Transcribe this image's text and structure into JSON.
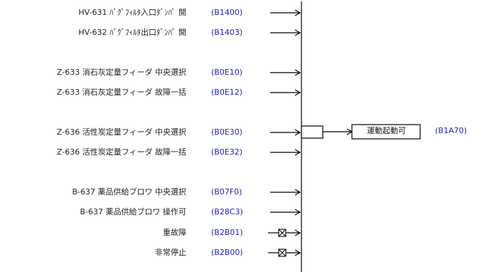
{
  "inputs": [
    {
      "label": "HV-631 ﾊﾞｸﾞﾌｨﾙﾀ入口ﾀﾞﾝﾊﾟ 開",
      "address": "(B1400)",
      "interlock": false
    },
    {
      "label": "HV-632 ﾊﾞｸﾞﾌｨﾙﾀ出口ﾀﾞﾝﾊﾟ 開",
      "address": "(B1403)",
      "interlock": false
    },
    {
      "label": "Z-633 消石灰定量フィーダ 中央選択",
      "address": "(B0E10)",
      "interlock": false
    },
    {
      "label": "Z-633 消石灰定量フィーダ 故障一括",
      "address": "(B0E12)",
      "interlock": false
    },
    {
      "label": "Z-636 活性炭定量フィーダ 中央選択",
      "address": "(B0E30)",
      "interlock": false
    },
    {
      "label": "Z-636 活性炭定量フィーダ 故障一括",
      "address": "(B0E32)",
      "interlock": false
    },
    {
      "label": "B-637 薬品供給ブロワ 中央選択",
      "address": "(B07F0)",
      "interlock": false
    },
    {
      "label": "B-637 薬品供給ブロワ 操作可",
      "address": "(B28C3)",
      "interlock": false
    },
    {
      "label": "重故障",
      "address": "(B2B01)",
      "interlock": true
    },
    {
      "label": "非常停止",
      "address": "(B2B00)",
      "interlock": true
    }
  ],
  "output": {
    "label": "運動起動可",
    "address": "(B1A70)"
  },
  "colors": {
    "address": "#2222bb",
    "line": "#000000",
    "text": "#222222"
  }
}
